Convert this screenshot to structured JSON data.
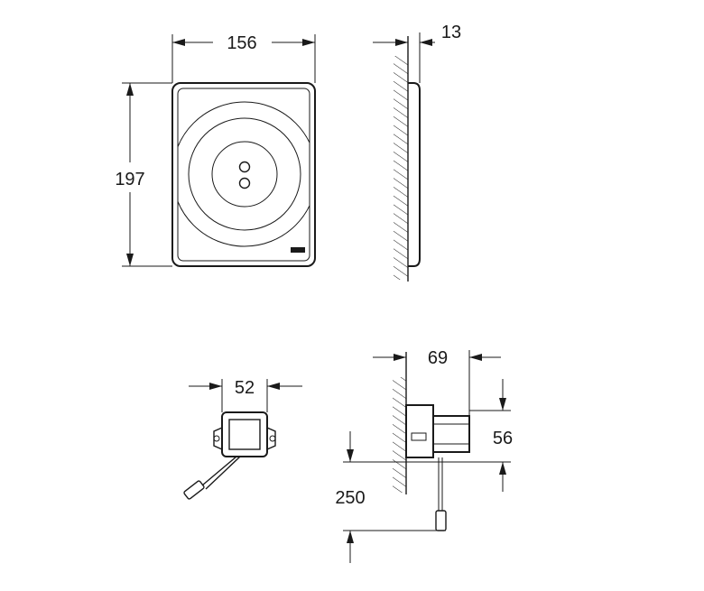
{
  "dimensions": {
    "plate_width": "156",
    "plate_height": "197",
    "plate_depth": "13",
    "module_width": "52",
    "box_depth": "69",
    "box_height": "56",
    "cable_length": "250"
  },
  "colors": {
    "line": "#1a1a1a",
    "background": "#ffffff"
  }
}
